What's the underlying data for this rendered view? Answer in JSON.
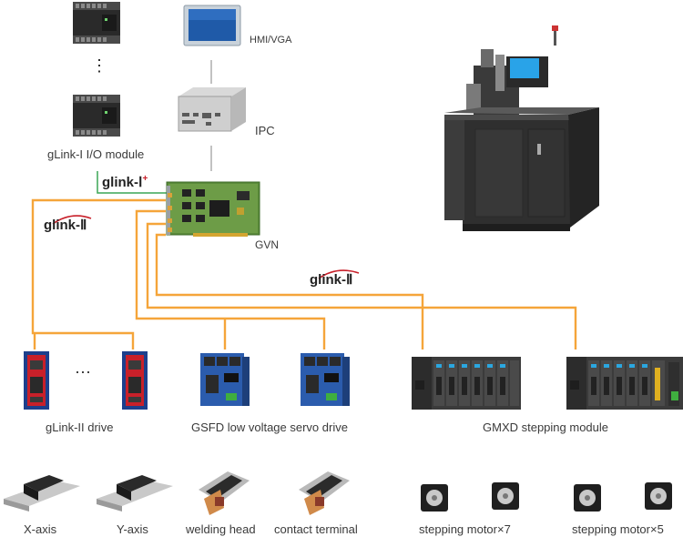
{
  "labels": {
    "hmi": "HMI/VGA",
    "ipc": "IPC",
    "io_module": "gLink-I  I/O module",
    "gvn": "GVN",
    "glink2_drive": "gLink-II drive",
    "gsfd": "GSFD low voltage servo drive",
    "gmxd": "GMXD stepping module",
    "x_axis": "X-axis",
    "y_axis": "Y-axis",
    "welding_head": "welding head",
    "contact_terminal": "contact terminal",
    "stepper7": "stepping motor×7",
    "stepper5": "stepping motor×5"
  },
  "logos": {
    "glink1_text": "glink-",
    "glink1_numeral": "Ⅰ",
    "glink2_text": "glink-",
    "glink2_numeral": "Ⅱ"
  },
  "ellipsis": {
    "vertical": "⋮",
    "horizontal": "···"
  },
  "colors": {
    "bus_orange": "#f5a53a",
    "bus_green": "#3aa655",
    "logo_red": "#c8202a"
  }
}
